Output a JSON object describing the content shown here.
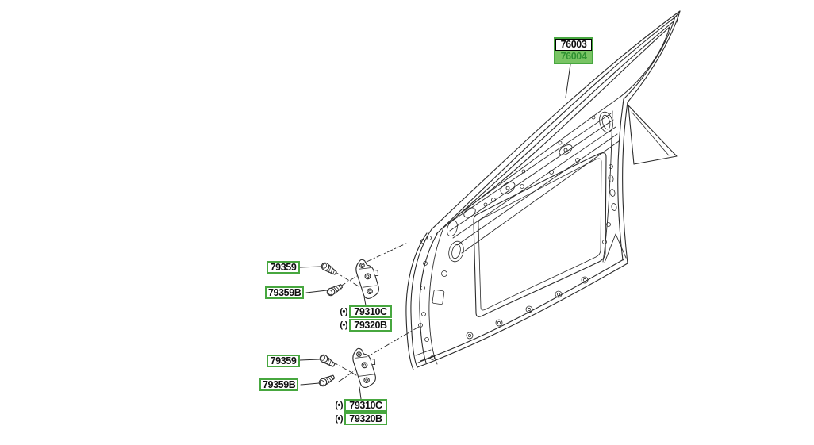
{
  "diagram": {
    "main_part": {
      "code_top": "76003",
      "code_selected": "76004"
    },
    "upper_hinge_group": {
      "bolt_a_label": "79359",
      "bolt_b_label": "79359B",
      "hinge_rows": [
        {
          "prefix": "(•)",
          "code": "79310C"
        },
        {
          "prefix": "(•)",
          "code": "79320B"
        }
      ]
    },
    "lower_hinge_group": {
      "bolt_a_label": "79359",
      "bolt_b_label": "79359B",
      "hinge_rows": [
        {
          "prefix": "(•)",
          "code": "79310C"
        },
        {
          "prefix": "(•)",
          "code": "79320B"
        }
      ]
    }
  },
  "colors": {
    "accent_green": "#47a73f",
    "highlight_bg": "#79c464",
    "highlight_text": "#2f9132",
    "line_color": "#2b2b2b"
  }
}
